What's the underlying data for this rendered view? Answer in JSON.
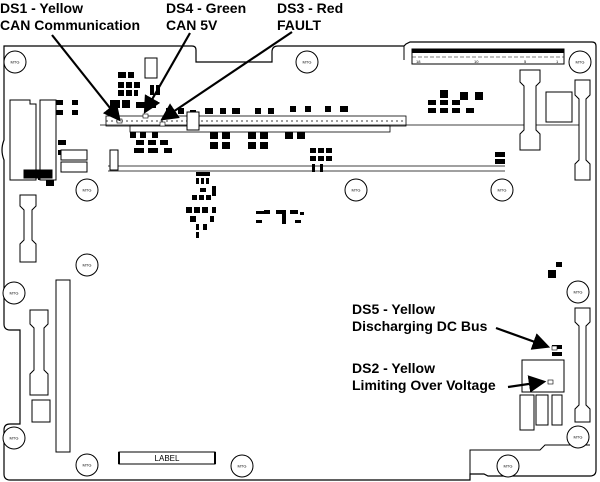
{
  "diagram": {
    "title": "Controller board LED indicator locations",
    "board_label": "LABEL",
    "connector_pin_labels": [
      "18",
      "10",
      "5",
      "1"
    ],
    "callouts": [
      {
        "id": "ds1",
        "designator": "DS1 - Yellow",
        "function": "CAN Communication",
        "color": "#FFD400"
      },
      {
        "id": "ds4",
        "designator": "DS4 - Green",
        "function": "CAN 5V",
        "color": "#2EA043"
      },
      {
        "id": "ds3",
        "designator": "DS3 - Red",
        "function": "FAULT",
        "color": "#D0021B"
      },
      {
        "id": "ds5",
        "designator": "DS5 - Yellow",
        "function": "Discharging DC Bus",
        "color": "#FFD400"
      },
      {
        "id": "ds2",
        "designator": "DS2 - Yellow",
        "function": "Limiting Over Voltage",
        "color": "#FFD400"
      }
    ],
    "mounting_hole_label": "MTG"
  }
}
